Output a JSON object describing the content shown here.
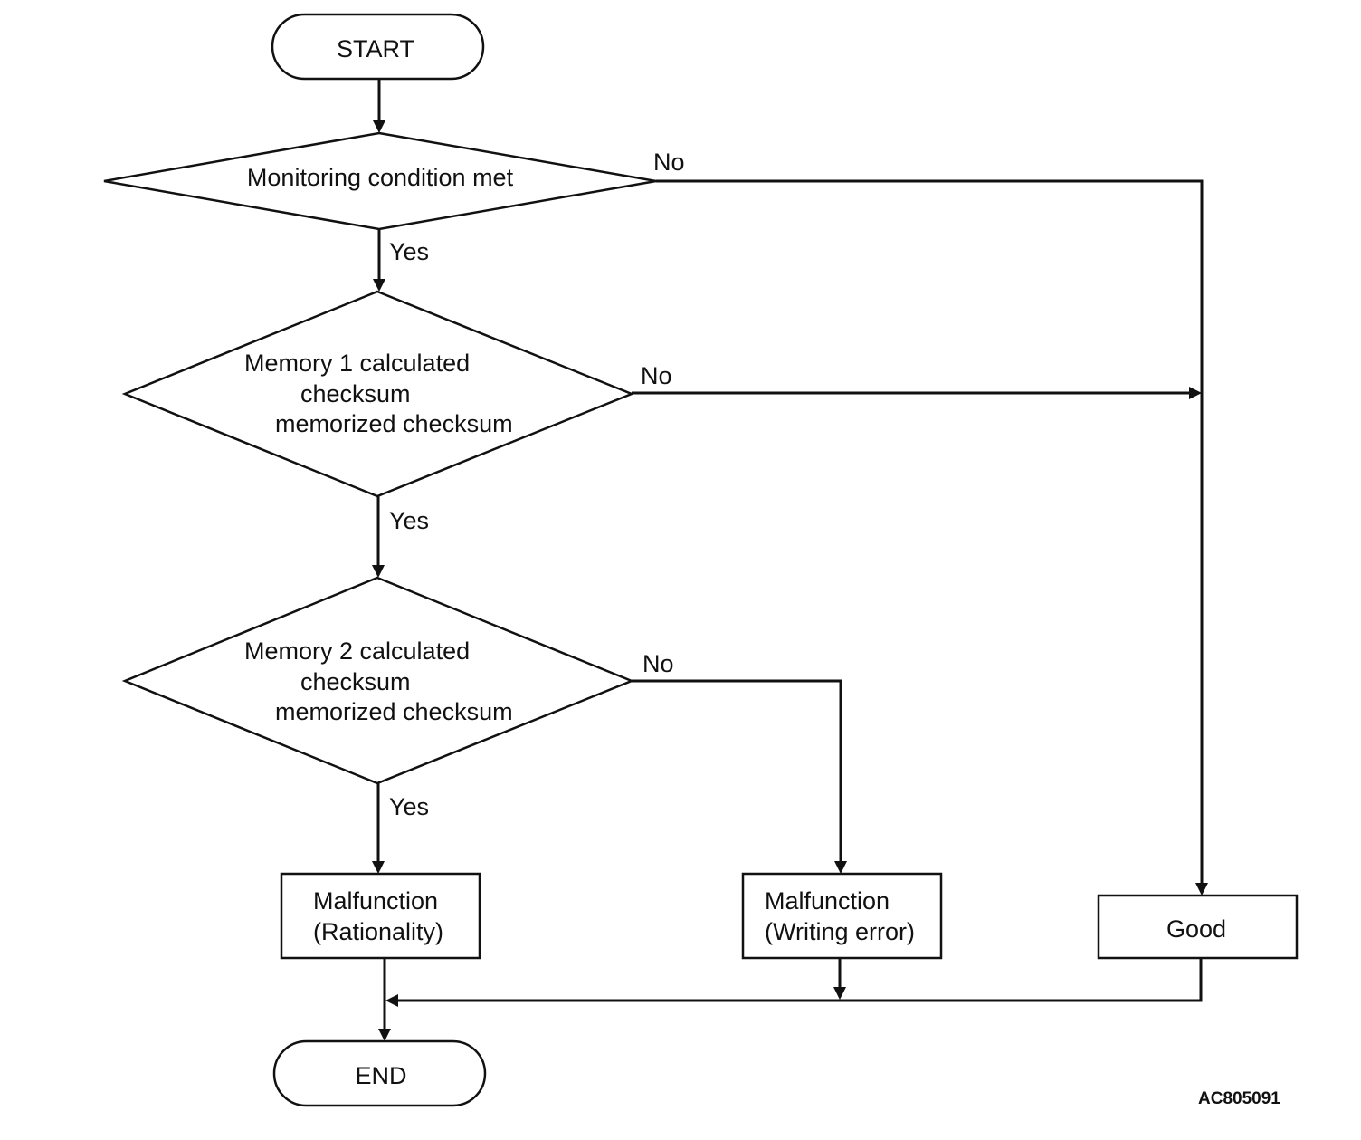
{
  "flowchart": {
    "start": "START",
    "end": "END",
    "decision_monitoring": "Monitoring condition met",
    "decision_memory1": [
      "Memory 1 calculated",
      "checksum",
      "memorized checksum"
    ],
    "decision_memory2": [
      "Memory 2 calculated",
      "checksum",
      "memorized checksum"
    ],
    "branch_yes": "Yes",
    "branch_no": "No",
    "result_rationality": [
      "Malfunction",
      "(Rationality)"
    ],
    "result_writing_error": [
      "Malfunction",
      "(Writing error)"
    ],
    "result_good": "Good"
  },
  "figure_code": "AC805091"
}
